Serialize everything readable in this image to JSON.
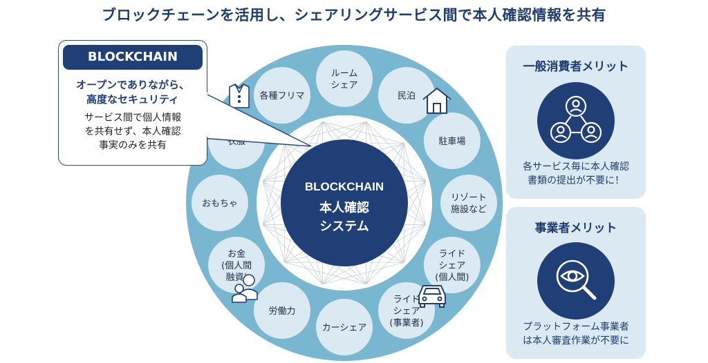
{
  "title": "ブロックチェーンを活用し、シェアリングサービス間で本人確認情報を共有",
  "callout": {
    "header": "BLOCKCHAIN",
    "strong_lines": [
      "オープンでありながら、",
      "高度なセキュリティ"
    ],
    "body_lines": [
      "サービス間で個人情報",
      "を共有せず、本人確認",
      "事実のみを共有"
    ]
  },
  "center": {
    "line1": "BLOCKCHAIN",
    "line2": "本人確認",
    "line3": "システム"
  },
  "services": [
    {
      "lines": [
        "ルーム",
        "シェア"
      ]
    },
    {
      "lines": [
        "民泊"
      ]
    },
    {
      "lines": [
        "駐車場"
      ]
    },
    {
      "lines": [
        "リゾート",
        "施設など"
      ]
    },
    {
      "lines": [
        "ライド",
        "シェア",
        "(個人間)"
      ]
    },
    {
      "lines": [
        "ライド",
        "シェア",
        "(事業者)"
      ]
    },
    {
      "lines": [
        "カーシェア"
      ]
    },
    {
      "lines": [
        "労働力"
      ]
    },
    {
      "lines": [
        "お金",
        "(個人間",
        "融資)"
      ]
    },
    {
      "lines": [
        "おもちゃ"
      ]
    },
    {
      "lines": [
        "衣服"
      ]
    },
    {
      "lines": [
        "各種フリマ"
      ]
    }
  ],
  "consumer_card": {
    "title": "一般消費者メリット",
    "lines": [
      "各サービス毎に本人確認",
      "書類の提出が不要に！"
    ],
    "icon": "people-network-icon"
  },
  "business_card": {
    "title": "事業者メリット",
    "lines": [
      "プラットフォーム事業者",
      "は本人審査作業が不要に"
    ],
    "icon": "eye-magnifier-icon"
  },
  "colors": {
    "ring": "#78b7cf",
    "bubble": "#dbeaf2",
    "navy": "#1f3f76",
    "card": "#dbeaf2"
  }
}
